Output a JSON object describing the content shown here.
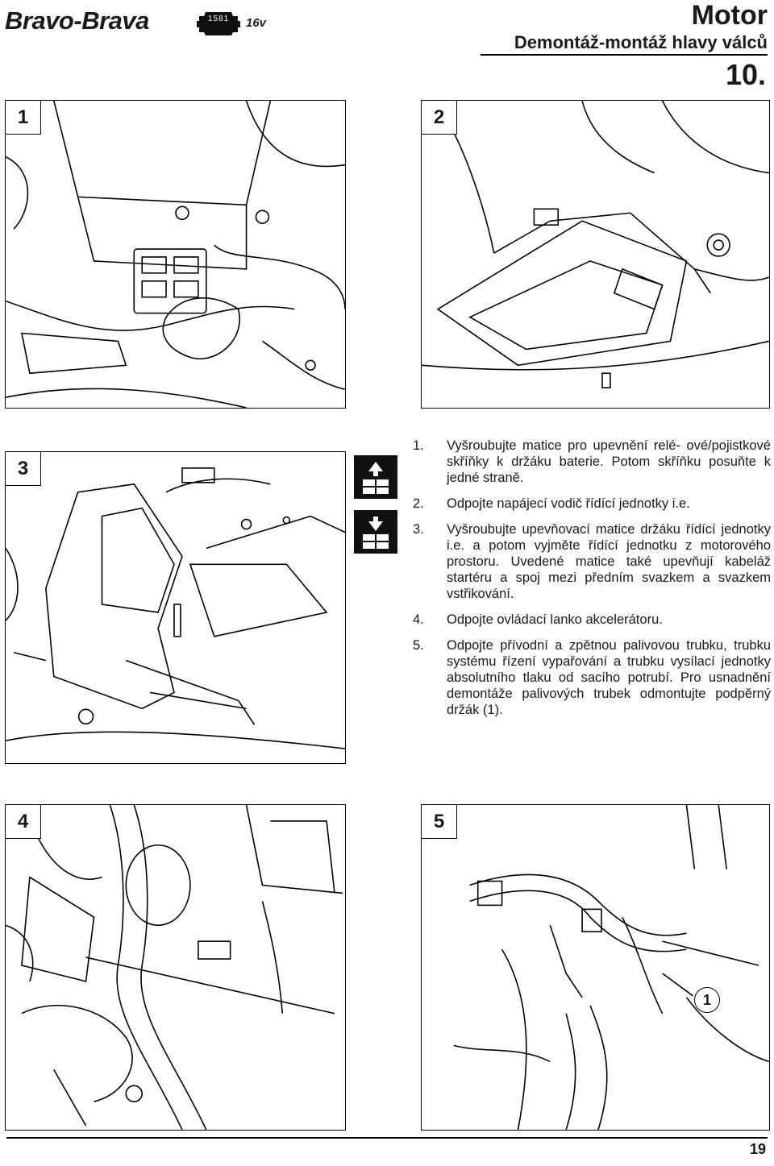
{
  "header": {
    "brand": "Bravo-Brava",
    "engine_code": "1581",
    "valve_label": "16v",
    "title": "Motor",
    "subtitle": "Demontáž-montáž hlavy válců",
    "section": "10."
  },
  "figures": [
    {
      "number": "1"
    },
    {
      "number": "2"
    },
    {
      "number": "3"
    },
    {
      "number": "4"
    },
    {
      "number": "5",
      "callout": "1"
    }
  ],
  "side_icons": [
    "removal-icon",
    "refit-icon"
  ],
  "steps": [
    {
      "num": "1.",
      "text": "Vyšroubujte matice pro upevnění relé- ové/pojistkové skříňky k držáku baterie. Potom skříňku posuňte k jedné straně."
    },
    {
      "num": "2.",
      "text": "Odpojte napájecí vodič řídící jednotky i.e."
    },
    {
      "num": "3.",
      "text": "Vyšroubujte upevňovací matice držáku řídící jednotky i.e. a potom vyjměte řídící jednotku z motorového prostoru. Uvedené matice také upevňují kabeláž startéru a spoj mezi předním svazkem a svazkem vstřikování."
    },
    {
      "num": "4.",
      "text": "Odpojte ovládací lanko akcelerátoru."
    },
    {
      "num": "5.",
      "text": "Odpojte přívodní a zpětnou palivovou trubku, trubku systému řízení vypařování a trubku vysílací jednotky absolutního tlaku od sacího potrubí. Pro usnadnění demontáže palivových trubek odmontujte podpěrný držák (1)."
    }
  ],
  "footer": {
    "page_number": "19"
  }
}
